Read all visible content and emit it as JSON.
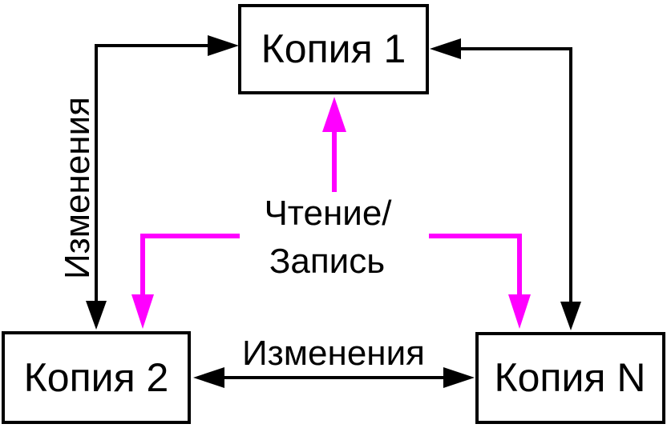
{
  "diagram": {
    "type": "replication-scheme",
    "nodes": [
      {
        "id": "copy-1",
        "label": "Копия 1"
      },
      {
        "id": "copy-2",
        "label": "Копия 2"
      },
      {
        "id": "copy-n",
        "label": "Копия N"
      }
    ],
    "labels": {
      "changes_vertical": "Изменения",
      "changes_horizontal": "Изменения",
      "read_write_line1": "Чтение/",
      "read_write_line2": "Запись"
    },
    "colors": {
      "line": "#000000",
      "accent": "#FF00FF",
      "node_fill": "#FFFFFF",
      "background": "#FFFFFF",
      "text": "#000000"
    }
  }
}
